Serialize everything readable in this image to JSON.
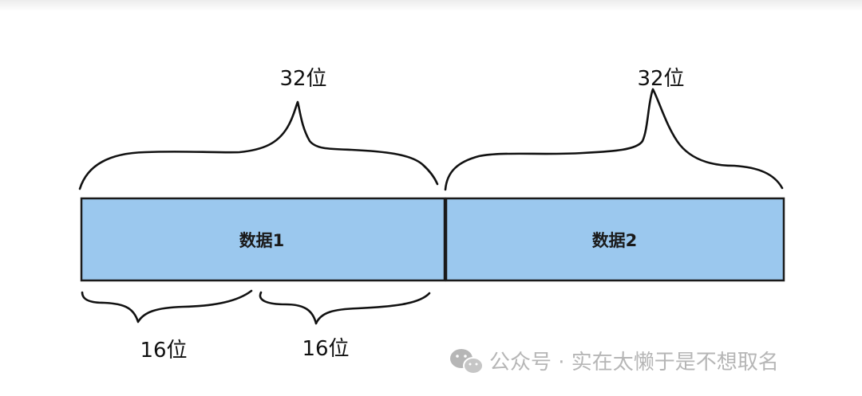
{
  "blocks": [
    {
      "label": "数据1"
    },
    {
      "label": "数据2"
    }
  ],
  "top_braces": [
    {
      "label": "32位"
    },
    {
      "label": "32位"
    }
  ],
  "bottom_braces": [
    {
      "label": "16位"
    },
    {
      "label": "16位"
    }
  ],
  "watermark": {
    "icon": "wechat-icon",
    "text": "公众号 · 实在太懒于是不想取名"
  },
  "colors": {
    "block_fill": "#9bc8ee",
    "outline": "#1a1a1a",
    "watermark": "#b6b6b6"
  }
}
